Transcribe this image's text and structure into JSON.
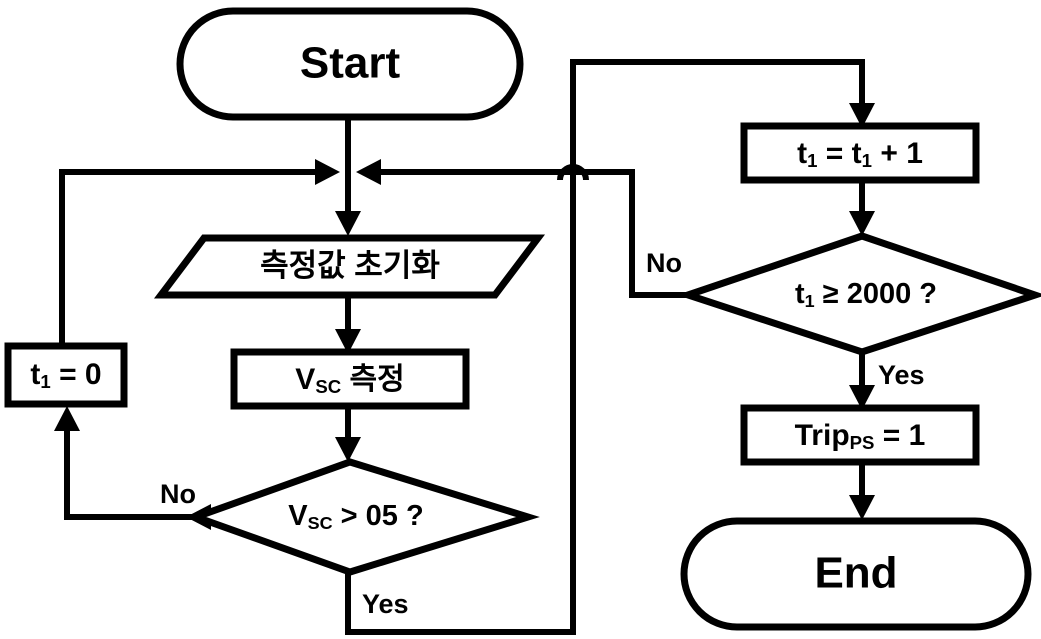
{
  "diagram": {
    "title": "Super-capacitor voltage monitoring flowchart",
    "background_color": "#ffffff",
    "line_color": "#000000",
    "fill_color": "#ffffff"
  },
  "nodes": {
    "start": {
      "type": "terminal",
      "label": "Start"
    },
    "init": {
      "type": "io-parallelogram",
      "label": "측정값 초기화"
    },
    "measure": {
      "type": "process",
      "label_main": "V",
      "label_sub": "SC",
      "label_tail": " 측정"
    },
    "decision_v": {
      "type": "decision",
      "label_main": "V",
      "label_sub": "SC",
      "label_tail": " > 05 ?"
    },
    "reset_t": {
      "type": "process",
      "label_main": "t",
      "label_sub": "1",
      "label_tail": " = 0"
    },
    "increment_t": {
      "type": "process",
      "label_main": "t",
      "label_sub": "1",
      "label_tail": " = t",
      "label_sub2": "1",
      "label_tail2": " + 1"
    },
    "decision_t": {
      "type": "decision",
      "label_main": "t",
      "label_sub": "1",
      "label_tail": " ≥ 2000 ?"
    },
    "trip": {
      "type": "process",
      "label_main": "Trip",
      "label_sub": "PS",
      "label_tail": " = 1"
    },
    "end": {
      "type": "terminal",
      "label": "End"
    }
  },
  "edge_labels": {
    "decision_v_no": "No",
    "decision_v_yes": "Yes",
    "decision_t_no": "No",
    "decision_t_yes": "Yes"
  }
}
